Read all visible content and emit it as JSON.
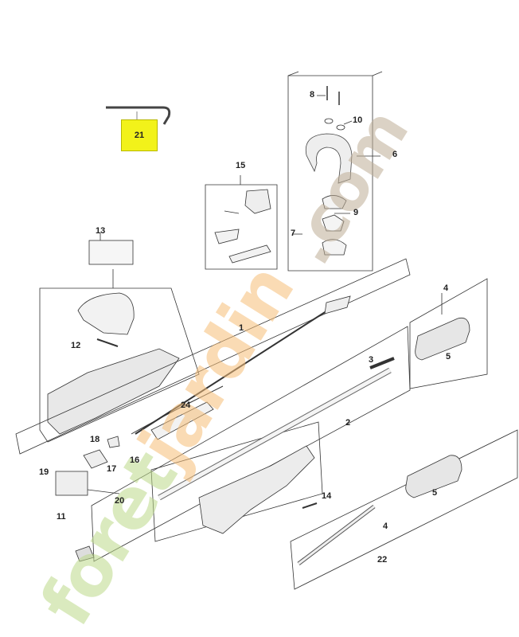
{
  "diagram": {
    "highlighted_part": "21",
    "labels": [
      "1",
      "2",
      "3",
      "4",
      "4",
      "5",
      "5",
      "6",
      "7",
      "8",
      "9",
      "10",
      "11",
      "12",
      "13",
      "14",
      "15",
      "16",
      "17",
      "18",
      "19",
      "20",
      "22",
      "24"
    ]
  },
  "watermark": {
    "part1": "foret",
    "part2": "jardin",
    "part3": ".com"
  },
  "colors": {
    "highlight": "#f2f21a",
    "watermark_green": "#bcd98a",
    "watermark_orange": "#f6be78",
    "watermark_brown": "#bfae96"
  }
}
